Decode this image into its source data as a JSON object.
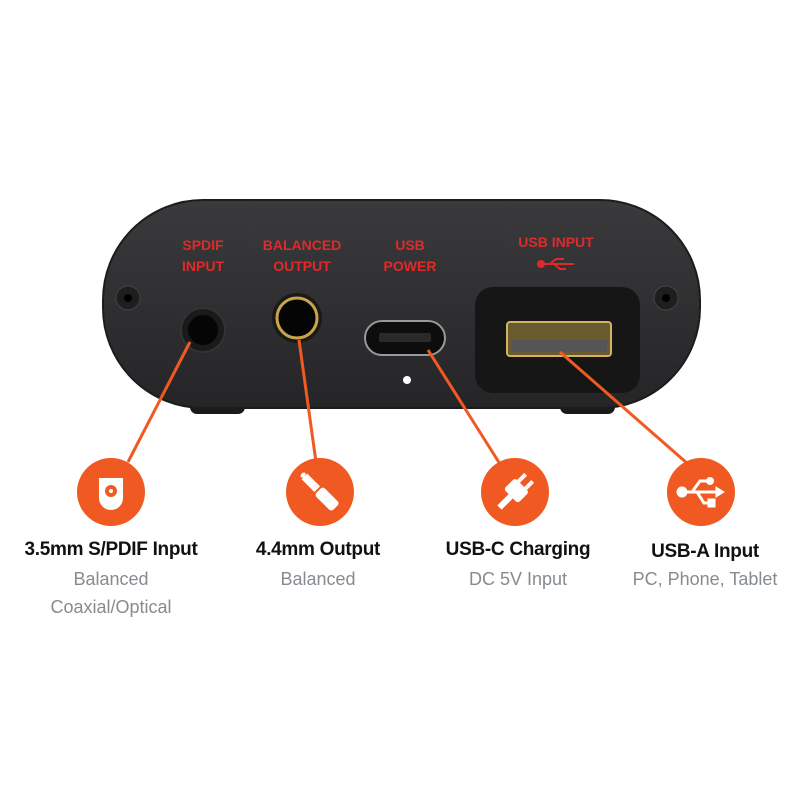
{
  "device_labels": {
    "spdif": [
      "SPDIF",
      "INPUT"
    ],
    "balanced": [
      "BALANCED",
      "OUTPUT"
    ],
    "usb_power": [
      "USB",
      "POWER"
    ],
    "usb_input": "USB INPUT"
  },
  "callouts": [
    {
      "icon": "coaxial-optical-icon",
      "title": "3.5mm S/PDIF Input",
      "sub": [
        "Balanced",
        "Coaxial/Optical"
      ]
    },
    {
      "icon": "audio-jack-icon",
      "title": "4.4mm Output",
      "sub": [
        "Balanced"
      ]
    },
    {
      "icon": "power-plug-icon",
      "title": "USB-C Charging",
      "sub": [
        "DC 5V Input"
      ]
    },
    {
      "icon": "usb-icon",
      "title": "USB-A Input",
      "sub": [
        "PC, Phone, Tablet"
      ]
    }
  ],
  "colors": {
    "accent": "#f05a22",
    "label_red": "#e02a2a",
    "body": "#2b2b2d"
  }
}
